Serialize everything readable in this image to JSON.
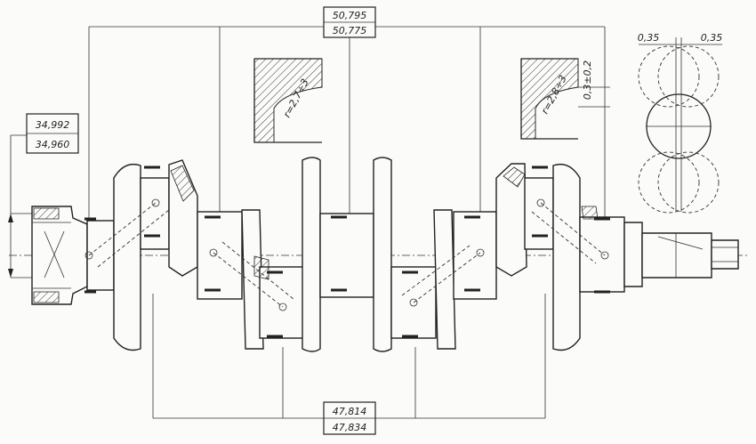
{
  "dimensions": {
    "main_journal_top": "50,795",
    "main_journal_bottom": "50,775",
    "crankpin_top": "47,814",
    "crankpin_bottom": "47,834",
    "front_end_top": "34,992",
    "front_end_bottom": "34,960"
  },
  "details": {
    "fillet_left": "r=2,7÷3",
    "fillet_right": "r=2,8÷3",
    "chamfer_right": "0,3±0,2",
    "offset_left": "0,35",
    "offset_right": "0,35"
  },
  "colors": {
    "line": "#222222",
    "paper": "#fbfbf9"
  }
}
